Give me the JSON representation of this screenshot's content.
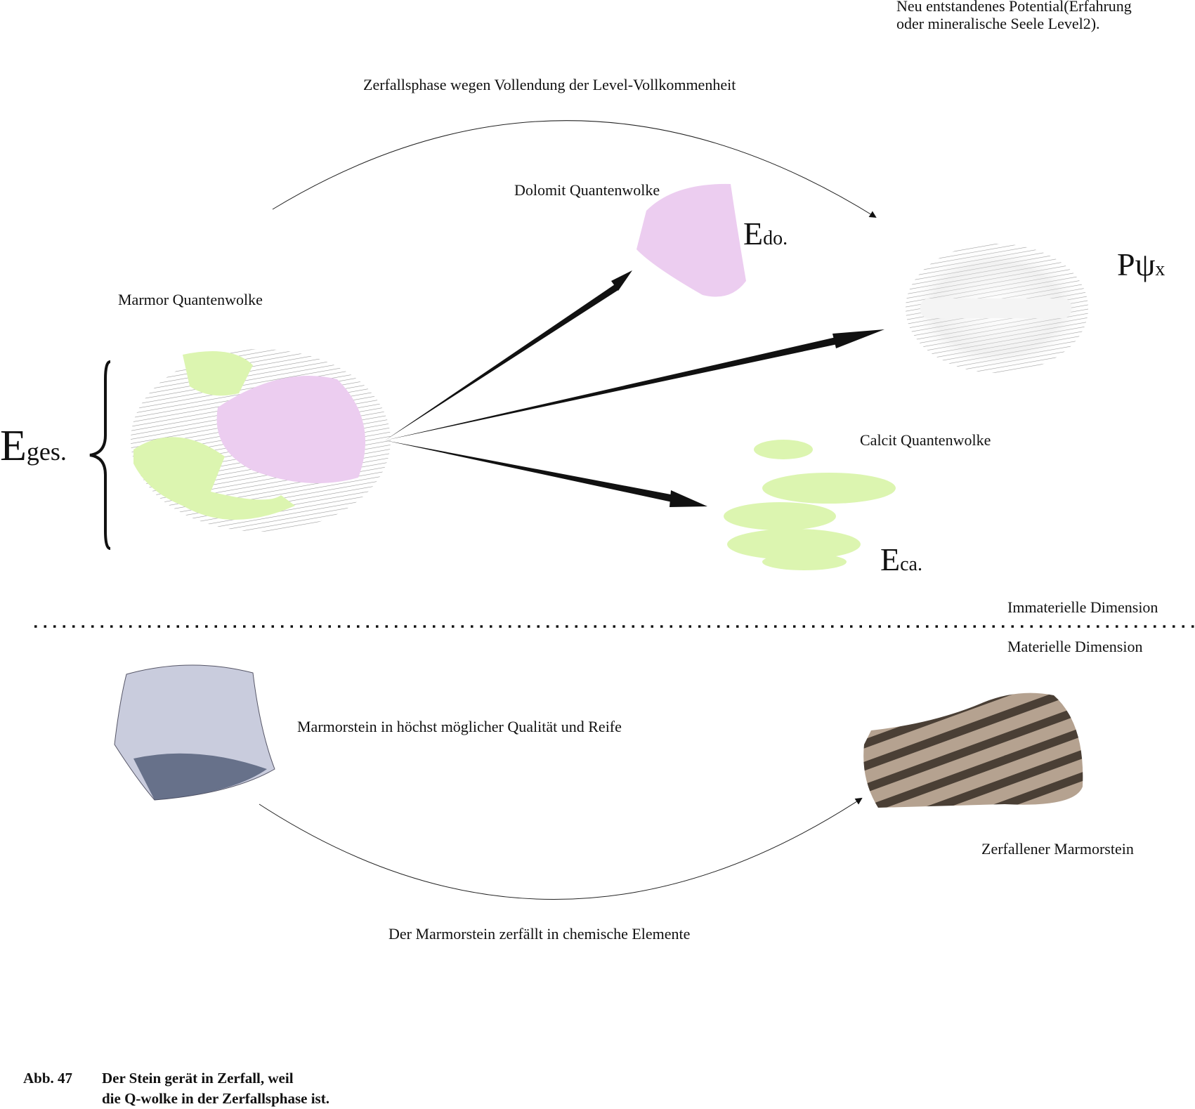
{
  "top_note": {
    "line1": "Neu entstandenes Potential(Erfahrung",
    "line2": "oder mineralische Seele Level2)."
  },
  "top_arc_label": "Zerfallsphase wegen Vollendung der Level-Vollkommenheit",
  "dolomit_label": "Dolomit Quantenwolke",
  "e_do": {
    "main": "E",
    "sub": "do."
  },
  "p_psi": {
    "main": "Pψ",
    "sub": "x"
  },
  "marmor_label": "Marmor Quantenwolke",
  "e_ges": {
    "main": "E",
    "sub": "ges."
  },
  "calcit_label": "Calcit Quantenwolke",
  "e_ca": {
    "main": "E",
    "sub": "ca."
  },
  "immaterial_label": "Immaterielle Dimension",
  "material_label": "Materielle Dimension",
  "marble_stone_label": "Marmorstein in höchst möglicher Qualität und Reife",
  "decayed_stone_label": "Zerfallener Marmorstein",
  "bottom_arc_label": "Der Marmorstein zerfällt in chemische Elemente",
  "caption": {
    "number": "Abb. 47",
    "line1": "Der Stein gerät  in  Zerfall, weil",
    "line2": "die Q-wolke in der Zerfallsphase ist."
  },
  "colors": {
    "pink": "#eccdf0",
    "green": "#dcf5b0",
    "ink": "#111111"
  }
}
